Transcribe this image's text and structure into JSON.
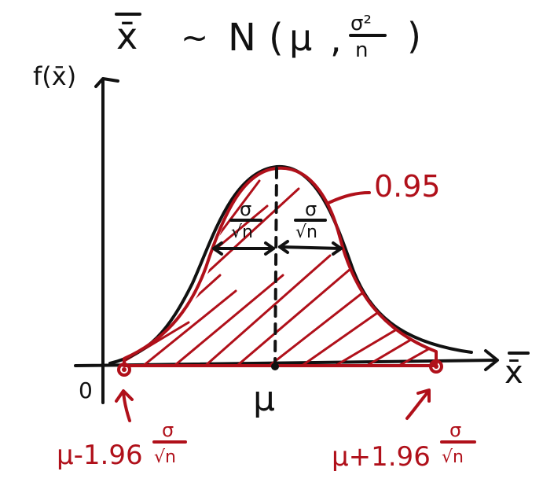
{
  "colors": {
    "ink": "#111111",
    "accent": "#b0101a"
  },
  "title": {
    "lhs": "x̄",
    "tilde": "~",
    "dist": "N",
    "open_paren": "(",
    "mean": "μ",
    "comma": ",",
    "var_num": "σ²",
    "var_den": "n",
    "close_paren": ")"
  },
  "axes": {
    "y_label": "f(x̄)",
    "x_label": "x̄",
    "origin": "0",
    "mu": "μ"
  },
  "area_label": "0.95",
  "width_labels": {
    "num": "σ",
    "den": "√n"
  },
  "bounds": {
    "lower_prefix": "μ-1.96",
    "upper_prefix": "μ+1.96"
  }
}
